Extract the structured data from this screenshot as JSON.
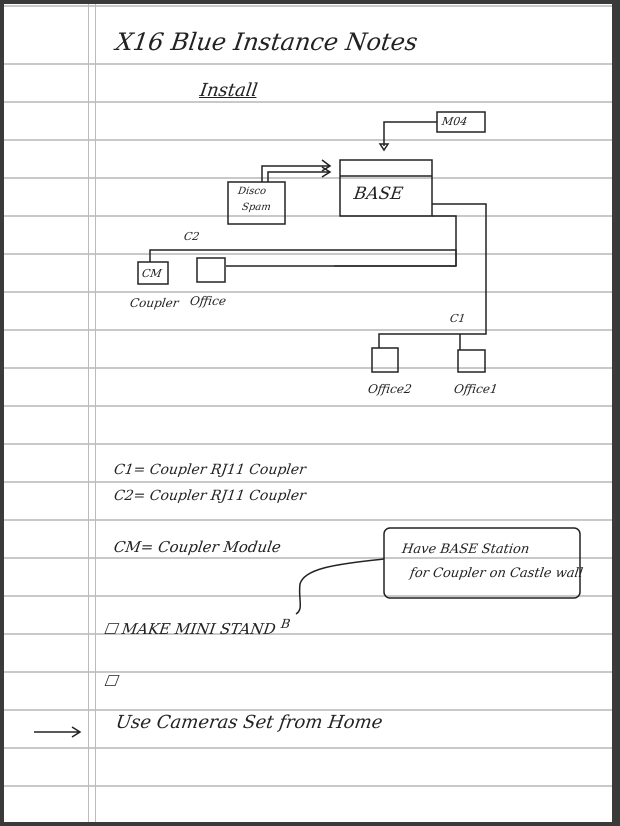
{
  "title": "X16 Blue Instance Notes",
  "subtitle": "Install",
  "diagram": {
    "m04": "M04",
    "base": "BASE",
    "disco_line1": "Disco",
    "disco_line2": "Spam",
    "c2": "C2",
    "cm": "CM",
    "cm_label": "Coupler",
    "office_label": "Office",
    "c1": "C1",
    "office2": "Office2",
    "office1": "Office1"
  },
  "notes": {
    "c1_def": "C1= Coupler   RJ11 Coupler",
    "c2_def": "C2= Coupler   RJ11 Coupler",
    "cm_def": "CM= Coupler Module",
    "callout_line1": "Have BASE Station",
    "callout_line2": "for Coupler on Castle wall",
    "todo1": "MAKE MINI STAND",
    "todo1_mark": "B",
    "checkbox": "☐",
    "arrow": "→",
    "todo3": "Use Cameras Set from Home"
  }
}
